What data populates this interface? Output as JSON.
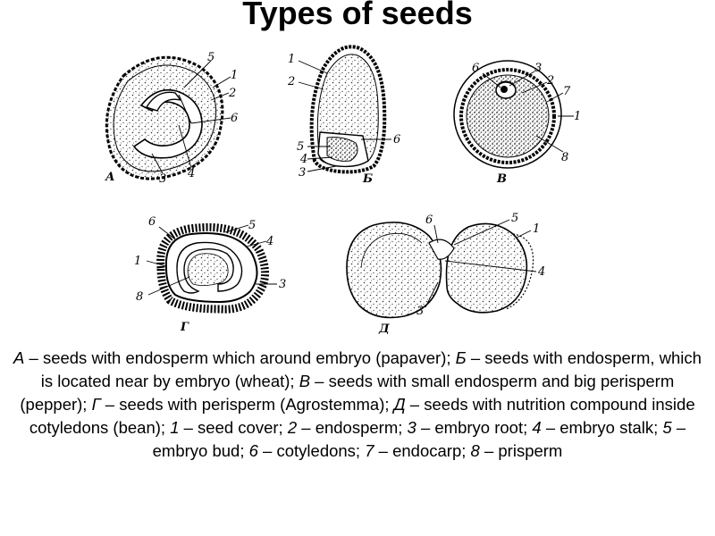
{
  "title": "Types of seeds",
  "figures": {
    "A": {
      "caption": "А",
      "labels": [
        "5",
        "1",
        "2",
        "6",
        "4",
        "3"
      ]
    },
    "B": {
      "caption": "Б",
      "labels": [
        "1",
        "2",
        "6",
        "5",
        "4",
        "3"
      ]
    },
    "V": {
      "caption": "В",
      "labels": [
        "6",
        "3",
        "2",
        "7",
        "1",
        "8"
      ]
    },
    "G": {
      "caption": "Г",
      "labels": [
        "6",
        "5",
        "4",
        "1",
        "3",
        "8"
      ]
    },
    "D": {
      "caption": "Д",
      "labels": [
        "6",
        "5",
        "1",
        "4",
        "3"
      ]
    }
  },
  "caption": {
    "p1_key": "А",
    "p1_text": " – seeds with endosperm which around embryo (papaver); ",
    "p2_key": "Б",
    "p2_text": " – seeds with endosperm, which is located near by embryo (wheat); ",
    "p3_key": "В",
    "p3_text": " – seeds with small endosperm and big perisperm (pepper); ",
    "p4_key": "Г",
    "p4_text": " – seeds with perisperm (Agrostemma); ",
    "p5_key": "Д",
    "p5_text": " – seeds with nutrition compound inside cotyledons (bean); ",
    "l1_key": "1",
    "l1_text": " – seed cover; ",
    "l2_key": "2",
    "l2_text": " – endosperm; ",
    "l3_key": "3",
    "l3_text": " – embryo root; ",
    "l4_key": "4",
    "l4_text": " – embryo stalk; ",
    "l5_key": "5",
    "l5_text": " – embryo bud; ",
    "l6_key": "6",
    "l6_text": " – cotyledons; ",
    "l7_key": "7",
    "l7_text": " – endocarp; ",
    "l8_key": "8",
    "l8_text": " – prisperm"
  }
}
